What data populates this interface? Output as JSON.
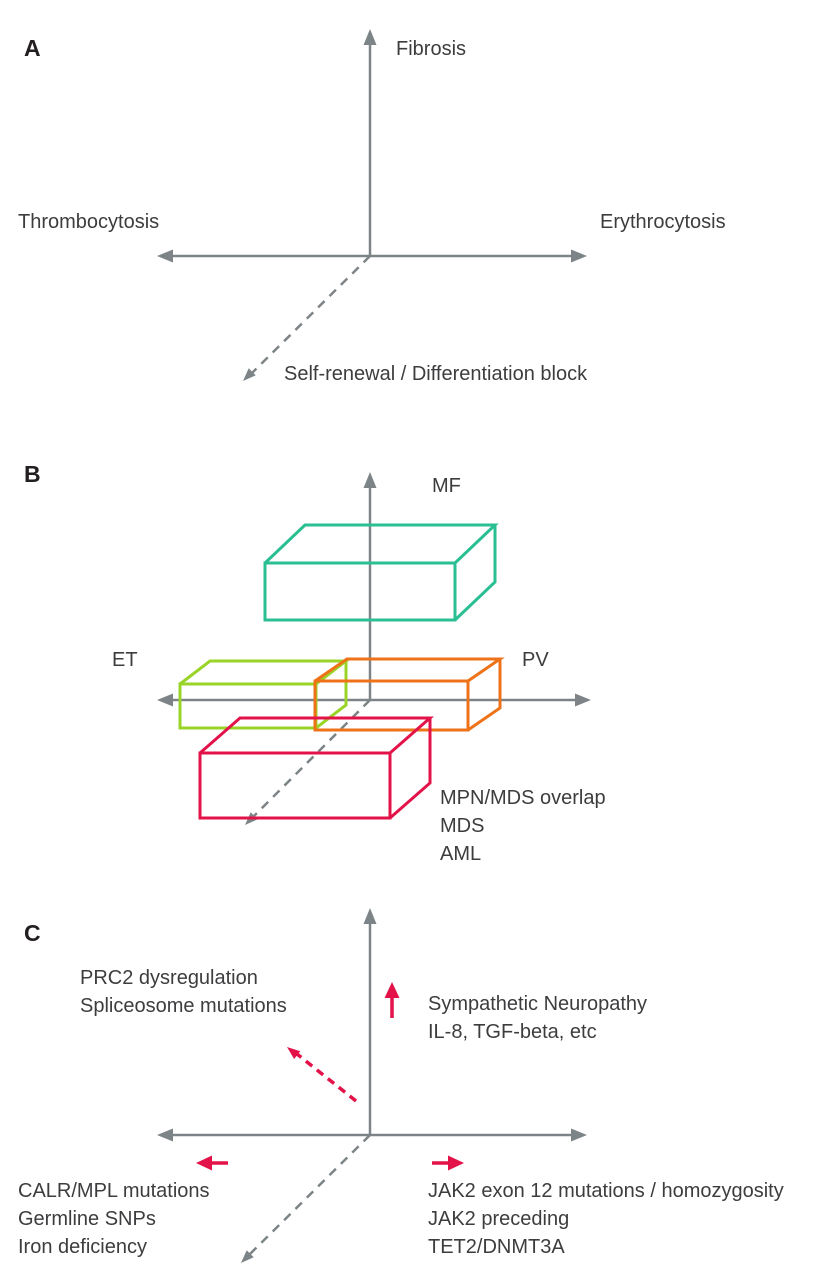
{
  "figure": {
    "colors": {
      "axis": "#7d8487",
      "text": "#3d3d3f",
      "panel_letter": "#231f20",
      "box_mf": "#2abf92",
      "box_et": "#9ad428",
      "box_pv": "#ee7218",
      "box_overlap": "#e3134a",
      "red_arrow": "#e3134a"
    },
    "panel_a": {
      "letter": "A",
      "axis_up_label": "Fibrosis",
      "axis_left_label": "Thrombocytosis",
      "axis_right_label": "Erythrocytosis",
      "axis_diag_label": "Self-renewal / Differentiation block"
    },
    "panel_b": {
      "letter": "B",
      "axis_up_label": "MF",
      "axis_left_label": "ET",
      "axis_right_label": "PV",
      "legend_lines": [
        "MPN/MDS overlap",
        "MDS",
        "AML"
      ]
    },
    "panel_c": {
      "letter": "C",
      "upper_left_lines": [
        "PRC2 dysregulation",
        "Spliceosome mutations"
      ],
      "up_arrow_lines": [
        "Sympathetic Neuropathy",
        "IL-8, TGF-beta, etc"
      ],
      "lower_left_lines": [
        "CALR/MPL mutations",
        "Germline SNPs",
        "Iron deficiency"
      ],
      "lower_right_lines": [
        "JAK2 exon 12 mutations / homozygosity",
        "JAK2 preceding",
        "TET2/DNMT3A"
      ]
    }
  }
}
